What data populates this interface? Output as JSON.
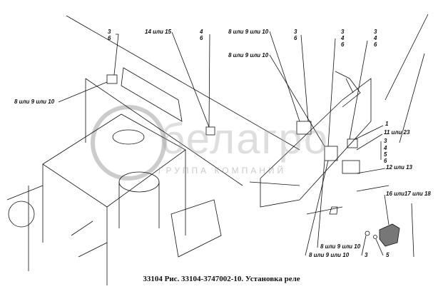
{
  "caption": "33104 Рис. 33104-3747002-10. Установка реле",
  "watermark": {
    "brand": "белагро",
    "sub": "ГРУППА КОМПАНИЙ"
  },
  "labels": {
    "a3": "3",
    "a6": "6",
    "l_8910_left": "8 или 9 или 10",
    "l_1415": "14 или 15",
    "b4": "4",
    "b6": "6",
    "l_8910_top1": "8 или 9 или 10",
    "l_8910_top2": "8 или 9 или 10",
    "c3": "3",
    "c6": "6",
    "d3": "3",
    "d4": "4",
    "d6": "6",
    "e3": "3",
    "e4": "4",
    "e6": "6",
    "l_1": "1",
    "l_1123": "11 или 23",
    "f3": "3",
    "f4": "4",
    "f5": "5",
    "f6": "6",
    "l_1213": "12 или 13",
    "l_161718": "16 или17 или 18",
    "l_8910_bot1": "8 или 9 или 10",
    "l_8910_bot2": "8 или 9 или 10",
    "g3": "3",
    "g5": "5"
  }
}
